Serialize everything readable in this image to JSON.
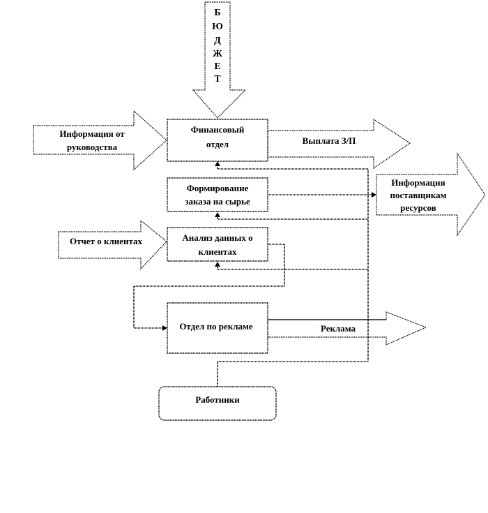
{
  "diagram": {
    "budget": {
      "letters": [
        "Б",
        "Ю",
        "Д",
        "Ж",
        "Е",
        "Т"
      ],
      "word": "БЮДЖЕТ"
    },
    "inputs": {
      "management_info": [
        "Информация от",
        "руководства"
      ],
      "client_report": [
        "Отчет о клиентах"
      ]
    },
    "boxes": {
      "finance": [
        "Финансовый",
        "отдел"
      ],
      "order": [
        "Формирование",
        "заказа на сырье"
      ],
      "analysis": [
        "Анализ данных о",
        "клиентах"
      ],
      "advertising": [
        "Отдел по рекламе"
      ],
      "workers": [
        "Работники"
      ]
    },
    "outputs": {
      "salary": [
        "Выплата З/П"
      ],
      "suppliers": [
        "Информация",
        "поставщикам",
        "ресурсов"
      ],
      "ads": [
        "Реклама"
      ]
    }
  }
}
